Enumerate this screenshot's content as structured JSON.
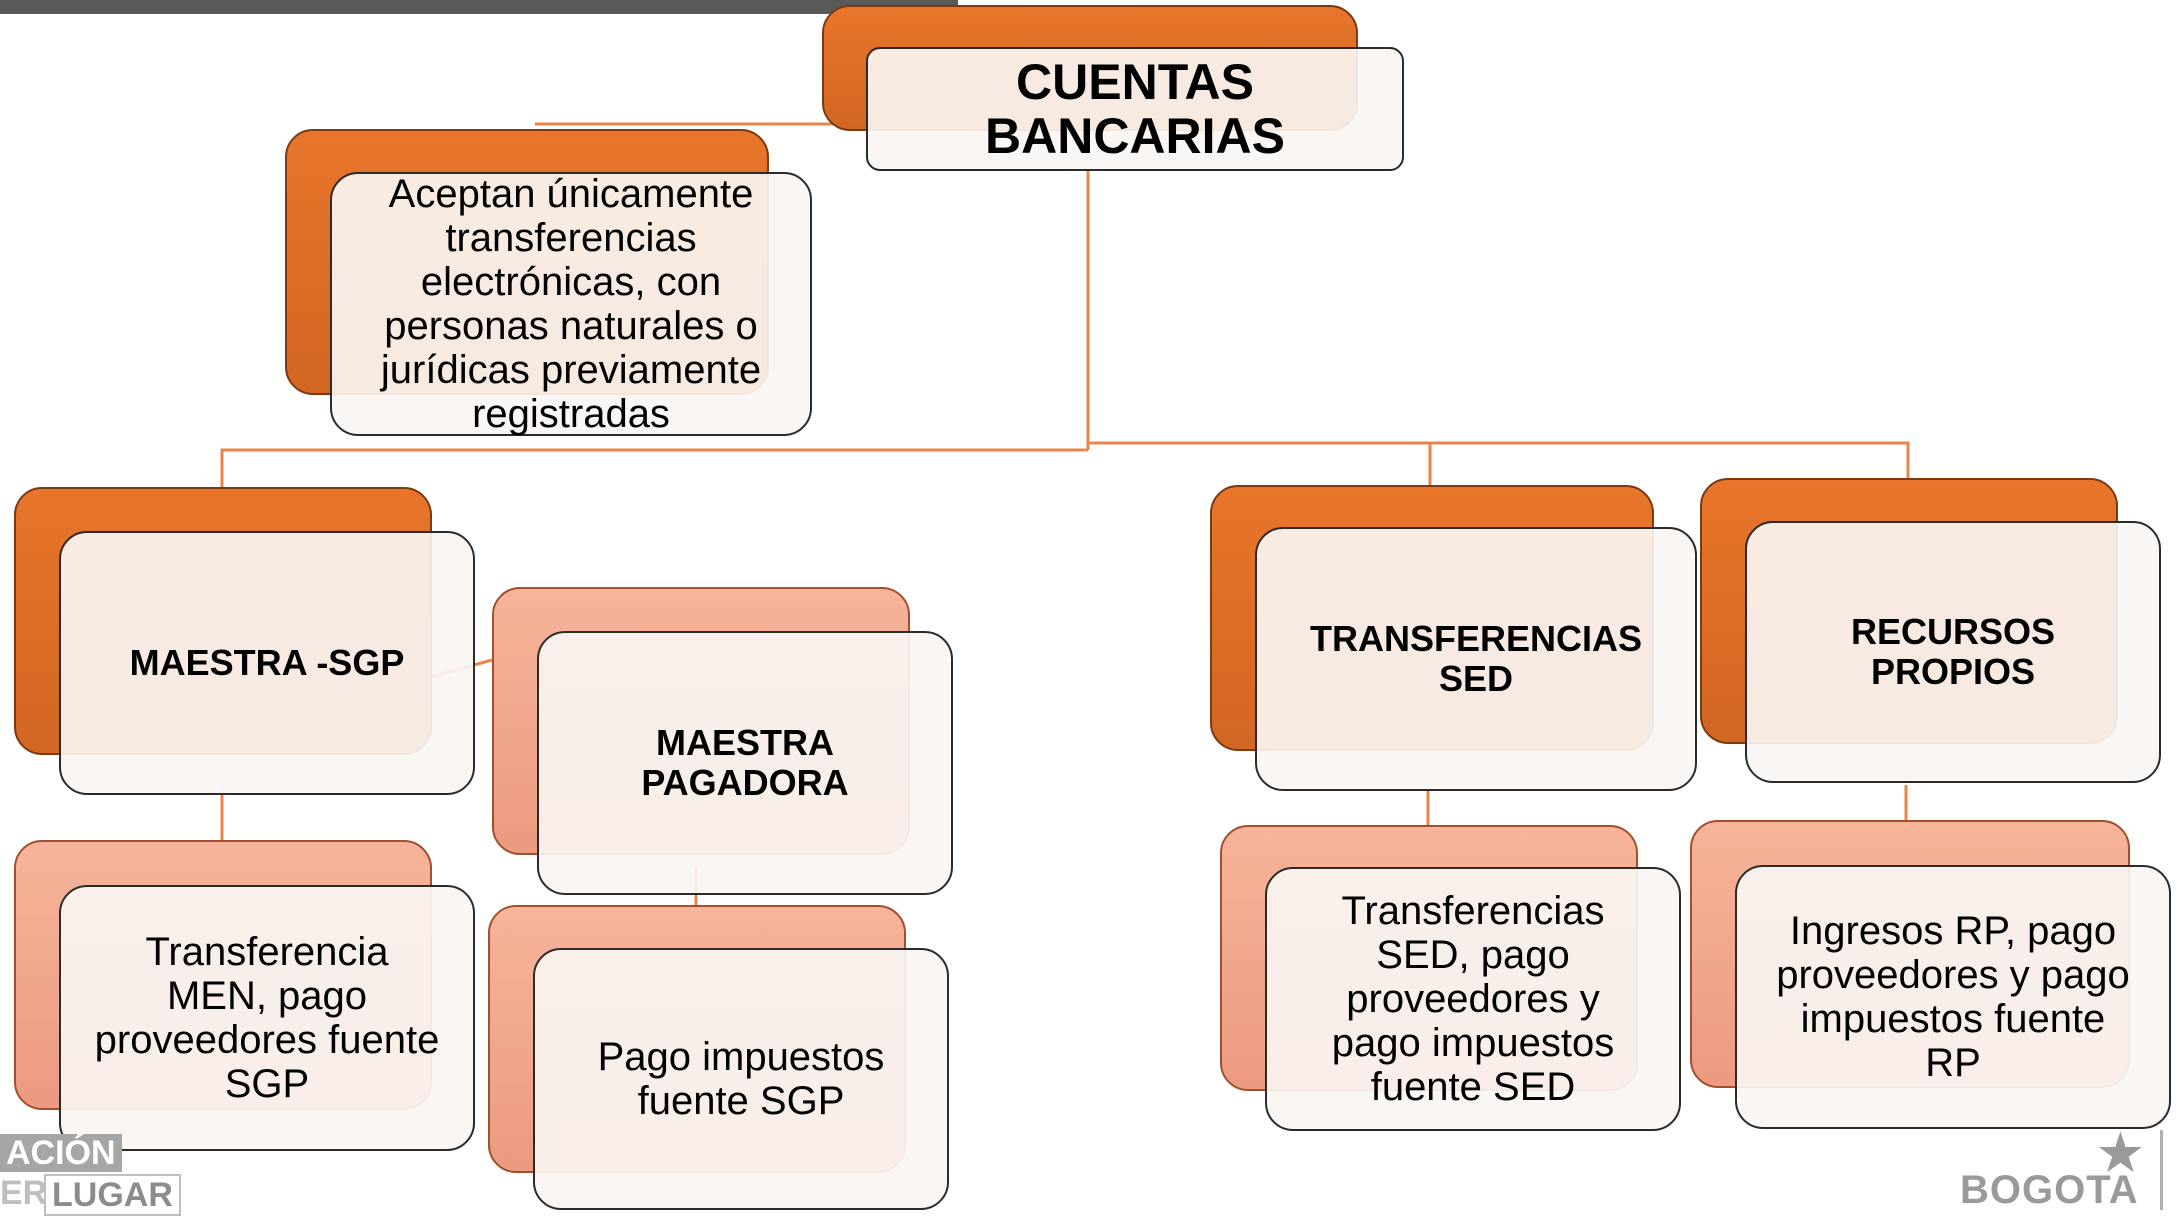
{
  "title": {
    "line1": "CUENTAS",
    "line2": "BANCARIAS"
  },
  "note": {
    "lines": [
      "Aceptan únicamente",
      "transferencias",
      "electrónicas, con",
      "personas naturales o",
      "jurídicas previamente",
      "registradas"
    ]
  },
  "accounts": {
    "maestra_sgp": {
      "label": "MAESTRA -SGP",
      "detail": [
        "Transferencia",
        "MEN, pago",
        "proveedores fuente",
        "SGP"
      ]
    },
    "maestra_pagadora": {
      "label": [
        "MAESTRA",
        "PAGADORA"
      ],
      "detail": [
        "Pago impuestos",
        "fuente SGP"
      ]
    },
    "transferencias_sed": {
      "label": [
        "TRANSFERENCIAS",
        "SED"
      ],
      "detail": [
        "Transferencias",
        "SED, pago",
        "proveedores  y",
        "pago impuestos",
        "fuente SED"
      ]
    },
    "recursos_propios": {
      "label": [
        "RECURSOS",
        "PROPIOS"
      ],
      "detail": [
        "Ingresos RP, pago",
        "proveedores y pago",
        "impuestos fuente",
        "RP"
      ]
    }
  },
  "logos": {
    "left": {
      "line1": "ACIÓN",
      "line2a": "ER",
      "line2b": "LUGAR"
    },
    "right": {
      "text": "BOGOTA",
      "star": "★"
    }
  },
  "colors": {
    "dark_orange": "#e8752a",
    "light_orange": "#f6b49a",
    "connector": "#e8854a"
  }
}
